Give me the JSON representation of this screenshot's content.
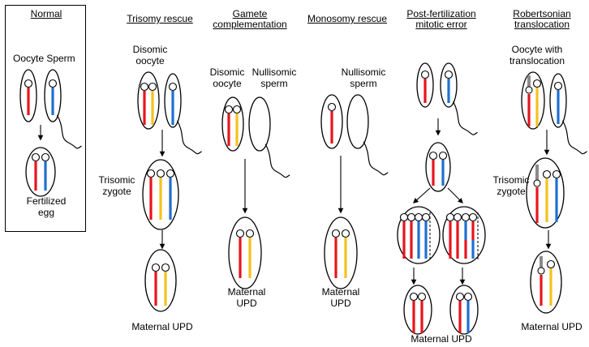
{
  "columns": {
    "normal": {
      "title": "Normal",
      "oocyte": "Oocyte",
      "sperm": "Sperm",
      "result_1": "Fertilized",
      "result_2": "egg"
    },
    "trisomy_rescue": {
      "title": "Trisomy rescue",
      "gamete_1": "Disomic",
      "gamete_2": "oocyte",
      "zygote_1": "Trisomic",
      "zygote_2": "zygote",
      "result": "Maternal UPD"
    },
    "gamete_complementation": {
      "title_1": "Gamete",
      "title_2": "complementation",
      "oocyte_1": "Disomic",
      "oocyte_2": "oocyte",
      "sperm_1": "Nullisomic",
      "sperm_2": "sperm",
      "result_1": "Maternal",
      "result_2": "UPD"
    },
    "monosomy_rescue": {
      "title": "Monosomy rescue",
      "sperm_1": "Nullisomic",
      "sperm_2": "sperm",
      "result_1": "Maternal",
      "result_2": "UPD"
    },
    "post_fertilization": {
      "title_1": "Post-fertilization",
      "title_2": "mitotic error",
      "result": "Maternal UPD"
    },
    "robertsonian": {
      "title_1": "Robertsonian",
      "title_2": "translocation",
      "oocyte_1": "Oocyte with",
      "oocyte_2": "translocation",
      "zygote_1": "Trisomic",
      "zygote_2": "zygote",
      "result": "Maternal UPD"
    }
  },
  "colors": {
    "maternal_red": "#e8141c",
    "maternal_yellow": "#f4c21a",
    "paternal_blue": "#1f6fd1",
    "translocation_gray": "#8a8a8a",
    "outline": "#000000"
  }
}
